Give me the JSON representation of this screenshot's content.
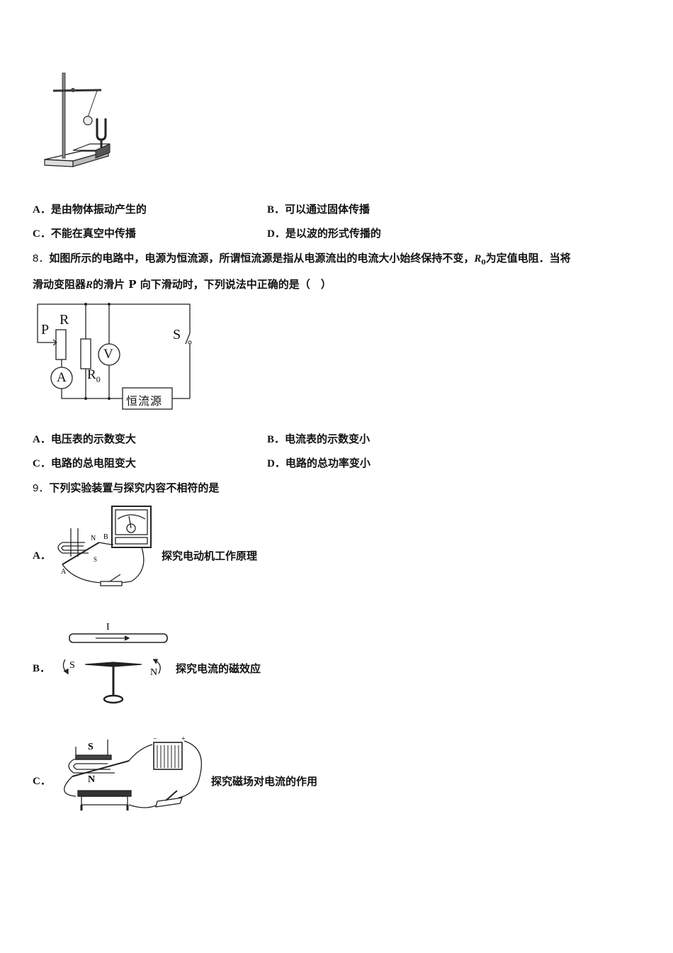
{
  "q7": {
    "figure": "tuning-fork-pendulum-apparatus",
    "options": [
      {
        "label": "A．",
        "text": "是由物体振动产生的"
      },
      {
        "label": "B．",
        "text": "可以通过固体传播"
      },
      {
        "label": "C．",
        "text": "不能在真空中传播"
      },
      {
        "label": "D．",
        "text": "是以波的形式传播的"
      }
    ]
  },
  "q8": {
    "number": "8．",
    "stem_line1_a": "如图所示的电路中，电源为恒流源，所谓恒流源是指从电源流出的电流大小始终保持不变，",
    "stem_r0": "R",
    "stem_r0_sub": "0",
    "stem_line1_b": "为定值电阻．当将",
    "stem_line2_a": "滑动变阻器",
    "stem_line2_r": "R",
    "stem_line2_b": "的滑片 P 向下滑动时，下列说法中正确的是（　）",
    "circuit": {
      "label_p": "P",
      "label_r": "R",
      "label_a": "A",
      "label_v": "V",
      "label_r0": "R",
      "label_r0_sub": "0",
      "label_s": "S",
      "source_label": "恒流源"
    },
    "options": [
      {
        "label": "A．",
        "text": "电压表的示数变大"
      },
      {
        "label": "B．",
        "text": "电流表的示数变小"
      },
      {
        "label": "C．",
        "text": "电路的总电阻变大"
      },
      {
        "label": "D．",
        "text": "电路的总功率变小"
      }
    ]
  },
  "q9": {
    "number": "9．",
    "stem": "下列实验装置与探究内容不相符的是",
    "items": [
      {
        "label": "A．",
        "caption": "探究电动机工作原理",
        "fig_labels": {
          "n": "N",
          "b": "B",
          "s": "S",
          "a": "A"
        }
      },
      {
        "label": "B．",
        "caption": "探究电流的磁效应",
        "fig_labels": {
          "i": "I",
          "s": "S",
          "n": "N"
        }
      },
      {
        "label": "C．",
        "caption": "探究磁场对电流的作用",
        "fig_labels": {
          "s": "S",
          "n": "N",
          "minus": "−",
          "plus": "+"
        }
      }
    ]
  }
}
